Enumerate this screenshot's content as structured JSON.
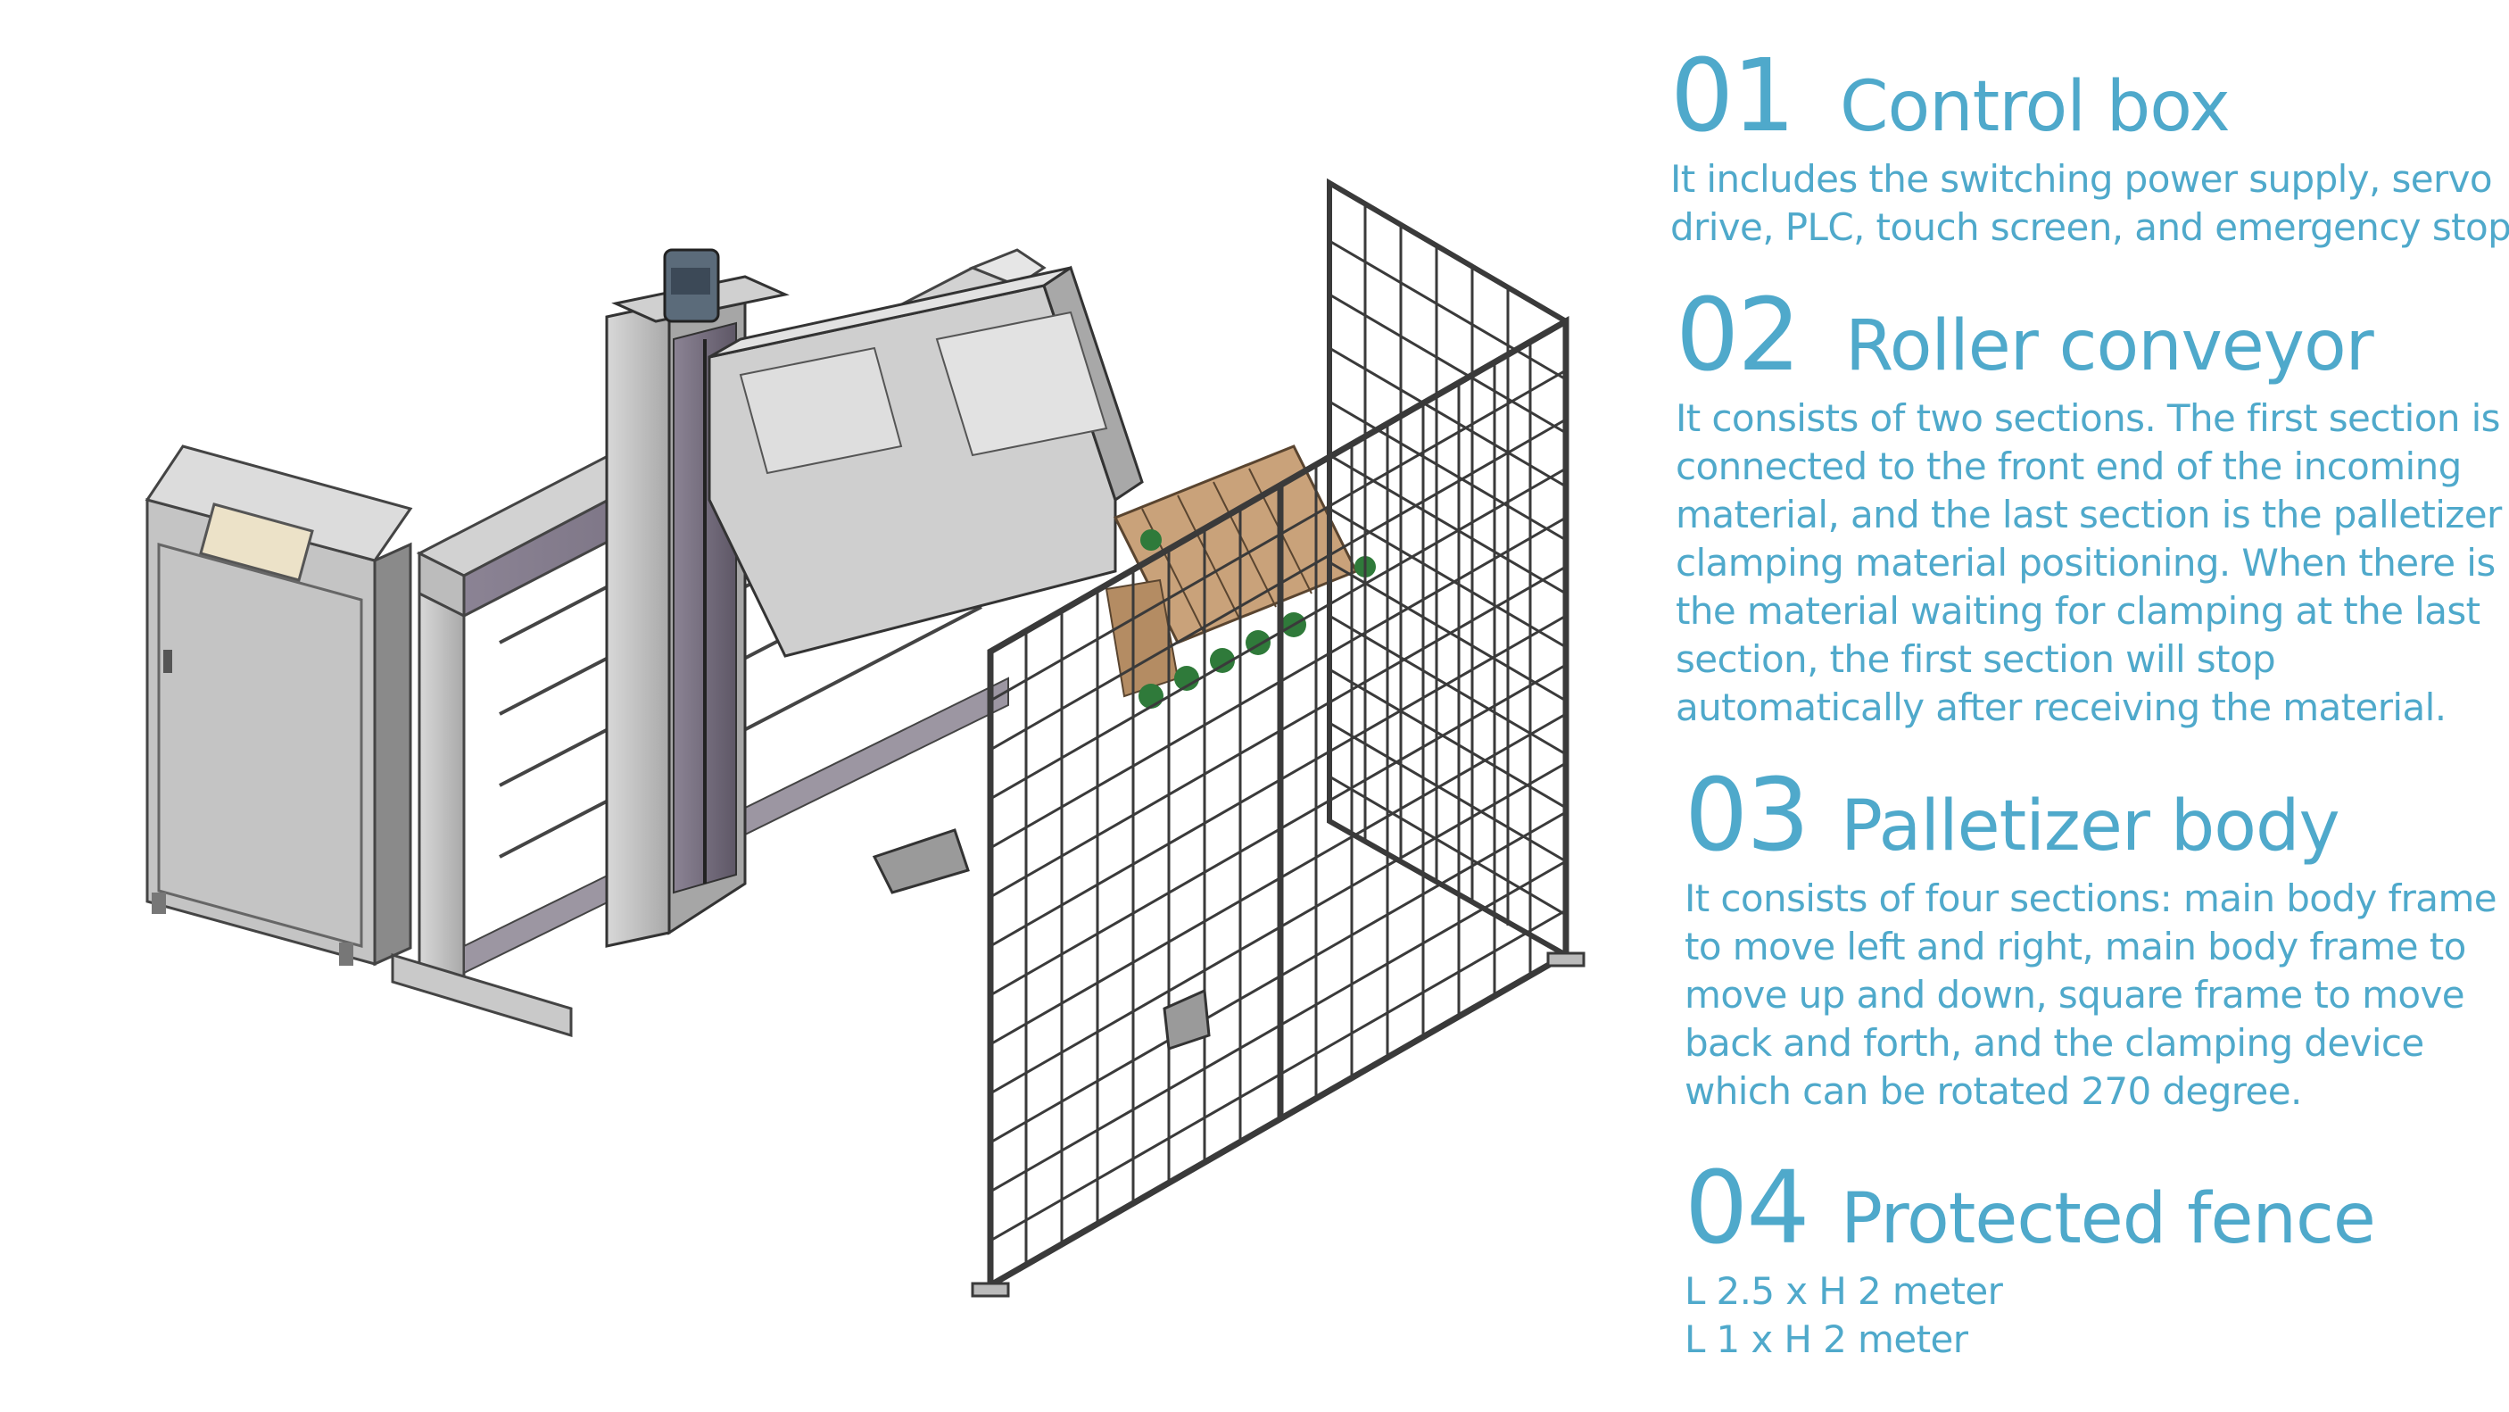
{
  "features": [
    {
      "number": "01",
      "title": "Control box",
      "lines": [
        "It includes the switching power supply, servo",
        "drive, PLC, touch screen, and emergency stop."
      ]
    },
    {
      "number": "02",
      "title": "Roller conveyor",
      "lines": [
        "It consists of two sections. The first section is",
        "connected to the front end of the incoming",
        "material, and the last section is the palletizer",
        "clamping material positioning. When there is",
        "the material waiting for clamping at the last",
        "section, the first section will stop",
        "automatically after receiving the material."
      ]
    },
    {
      "number": "03",
      "title": "Palletizer body",
      "lines": [
        "It consists of four sections: main body frame",
        "to move left and right, main body frame to",
        "move up and down, square frame to move",
        "back and forth, and the clamping device",
        "which can be rotated 270 degree."
      ]
    },
    {
      "number": "04",
      "title": "Protected fence",
      "lines": [
        "L 2.5 x H  2 meter",
        "L 1 x H 2 meter"
      ]
    }
  ],
  "colors": {
    "text_accent": "#4fa9cb",
    "frame_gray": "#b9b9b9",
    "frame_dark": "#7b7382",
    "fence": "#3a3a3a",
    "roller_green": "#2f7a3a",
    "roller_wood": "#c9a27a"
  }
}
